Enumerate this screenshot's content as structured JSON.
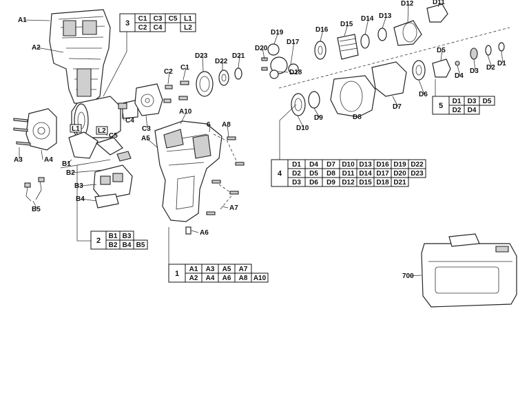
{
  "part_labels": [
    "A1",
    "A2",
    "A3",
    "A4",
    "A5",
    "A6",
    "A7",
    "A8",
    "A10",
    "6",
    "B1",
    "B2",
    "B3",
    "B4",
    "B5",
    "C1",
    "C2",
    "C3",
    "C4",
    "C5",
    "L1",
    "L2",
    "D1",
    "D2",
    "D3",
    "D4",
    "D5",
    "D6",
    "D7",
    "D8",
    "D9",
    "D10",
    "D11",
    "D12",
    "D13",
    "D14",
    "D15",
    "D16",
    "D17",
    "D18",
    "D19",
    "D20",
    "D21",
    "D22",
    "D23",
    "700"
  ],
  "groups": [
    {
      "number": "3",
      "rows": [
        [
          "C1",
          "C3",
          "C5",
          "L1"
        ],
        [
          "C2",
          "C4",
          "",
          "L2"
        ]
      ]
    },
    {
      "number": "2",
      "rows": [
        [
          "B1",
          "B3",
          ""
        ],
        [
          "B2",
          "B4",
          "B5"
        ]
      ]
    },
    {
      "number": "1",
      "rows": [
        [
          "A1",
          "A3",
          "A5",
          "A7",
          ""
        ],
        [
          "A2",
          "A4",
          "A6",
          "A8",
          "A10"
        ]
      ]
    },
    {
      "number": "4",
      "rows": [
        [
          "D1",
          "D4",
          "D7",
          "D10",
          "D13",
          "D16",
          "D19",
          "D22"
        ],
        [
          "D2",
          "D5",
          "D8",
          "D11",
          "D14",
          "D17",
          "D20",
          "D23"
        ],
        [
          "D3",
          "D6",
          "D9",
          "D12",
          "D15",
          "D18",
          "D21",
          ""
        ]
      ]
    },
    {
      "number": "5",
      "rows": [
        [
          "D1",
          "D3",
          "D5"
        ],
        [
          "D2",
          "D4",
          ""
        ]
      ]
    }
  ]
}
